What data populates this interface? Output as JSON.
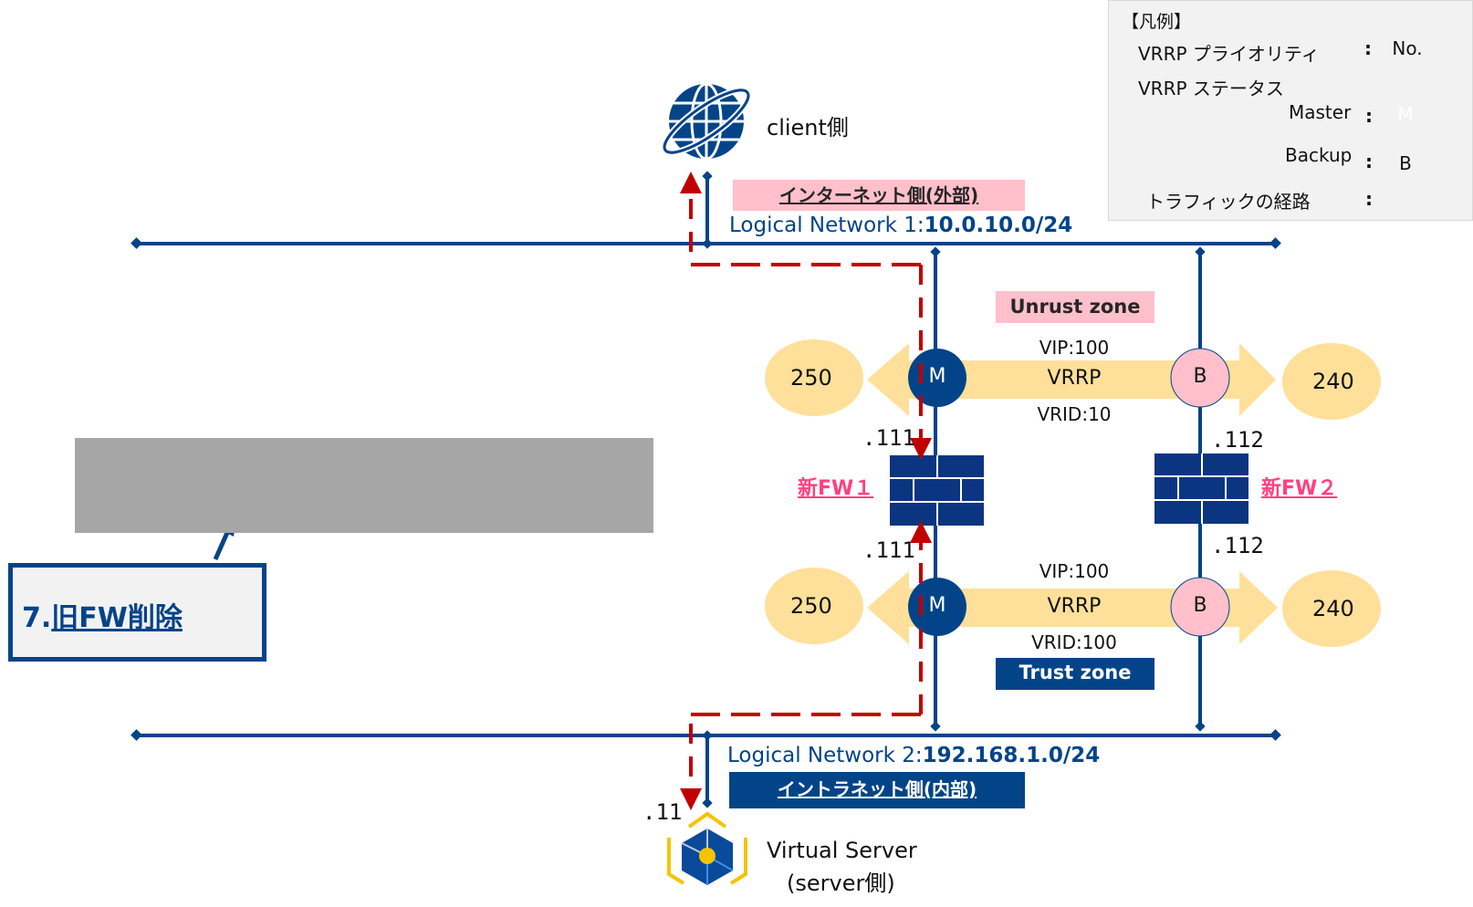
{
  "legend": {
    "title": "【凡例】",
    "priority_label": "VRRP プライオリティ",
    "priority_symbol": "No.",
    "status_label": "VRRP ステータス",
    "master_label": "Master",
    "master_symbol": "M",
    "backup_label": "Backup",
    "backup_symbol": "B",
    "traffic_label": "トラフィックの経路",
    "colon": ":"
  },
  "client": {
    "label": "client側",
    "icon": "globe-icon"
  },
  "server": {
    "label_line1": "Virtual Server",
    "label_line2": "(server側)",
    "ip": ".11",
    "icon": "virtual-server-icon"
  },
  "network1": {
    "zone_label": "インターネット側(外部)",
    "name": "Logical Network 1:",
    "cidr": "10.0.10.0/24"
  },
  "network2": {
    "zone_label": "イントラネット側(内部)",
    "name": "Logical Network 2:",
    "cidr": "192.168.1.0/24"
  },
  "vrrp_upper": {
    "zone": "Unrust zone",
    "vip": "VIP:100",
    "protocol": "VRRP",
    "vrid": "VRID:10",
    "left_priority": "250",
    "right_priority": "240",
    "left_state": "M",
    "right_state": "B"
  },
  "vrrp_lower": {
    "zone": "Trust zone",
    "vip": "VIP:100",
    "protocol": "VRRP",
    "vrid": "VRID:100",
    "left_priority": "250",
    "right_priority": "240",
    "left_state": "M",
    "right_state": "B"
  },
  "firewalls": [
    {
      "label": "新FW１",
      "ip_upper": ".111",
      "ip_lower": ".111",
      "icon": "firewall-icon"
    },
    {
      "label": "新FW２",
      "ip_upper": ".112",
      "ip_lower": ".112",
      "icon": "firewall-icon"
    }
  ],
  "step": {
    "number": "7.",
    "title": "旧FW削除"
  },
  "colors": {
    "navy": "#034488",
    "firewall": "#0b3580",
    "traffic": "#c00000",
    "priority": "#ffd280",
    "backup": "#ffc0cb",
    "pink_label": "#ff4081",
    "gray_block": "#a6a6a6"
  }
}
